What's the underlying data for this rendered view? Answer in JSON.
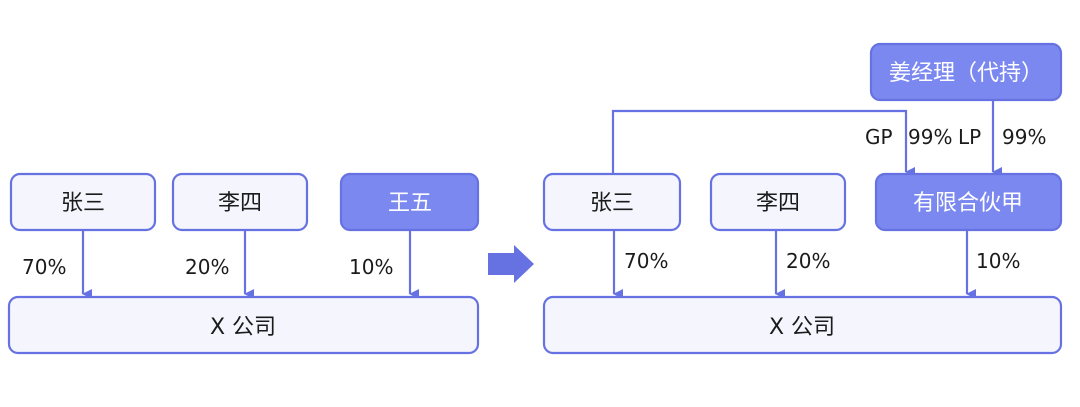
{
  "before": {
    "shareholders": [
      {
        "name": "张三",
        "share": "70%"
      },
      {
        "name": "李四",
        "share": "20%"
      },
      {
        "name": "王五",
        "share": "10%"
      }
    ],
    "company": "X 公司"
  },
  "after": {
    "shareholders": [
      {
        "name": "张三",
        "share": "70%"
      },
      {
        "name": "李四",
        "share": "20%"
      },
      {
        "name": "有限合伙甲",
        "share": "10%"
      }
    ],
    "nominee": "姜经理（代持）",
    "gp_label": "GP",
    "gp_share": "99%",
    "lp_label": "LP",
    "lp_share": "99%",
    "company": "X 公司"
  },
  "colors": {
    "accent": "#6672e2",
    "fill_dark": "#7b88ef",
    "fill_light": "#f4f5fd"
  }
}
